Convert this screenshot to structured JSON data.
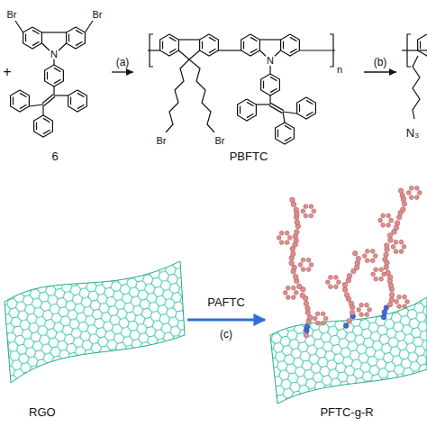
{
  "diagram": {
    "nodes": [
      {
        "text": [
          "6"
        ]
      },
      {
        "text": [
          "PBFTC"
        ]
      },
      {
        "text": [
          "N₃"
        ]
      },
      {
        "text": [
          "RGO"
        ]
      },
      {
        "text": [
          "PFTC-g-R"
        ]
      }
    ],
    "edges": [
      {
        "from": 0,
        "to": 1,
        "arrow": "to",
        "label": "(a)"
      },
      {
        "from": 1,
        "to": 2,
        "arrow": "to",
        "label": "(b)"
      },
      {
        "from": 3,
        "to": 4,
        "arrow": "to",
        "label": "(c)"
      }
    ],
    "labels": [
      "+",
      "Br",
      "Br",
      "N",
      "Br",
      "Br",
      "N",
      "n",
      "PAFTC"
    ]
  }
}
